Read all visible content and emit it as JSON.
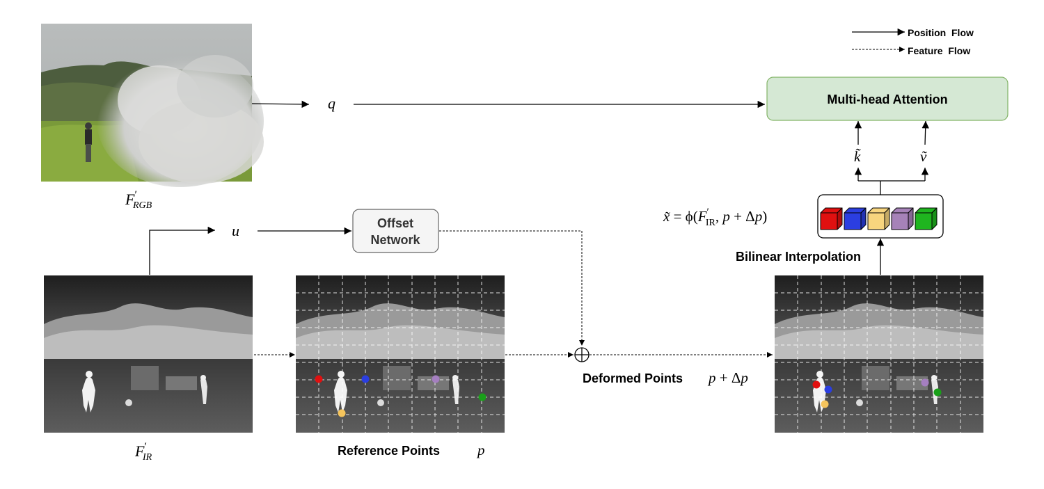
{
  "legend": {
    "position_flow": "Position  Flow",
    "feature_flow": "Feature  Flow"
  },
  "labels": {
    "q": "q",
    "u": "u",
    "F_rgb_main": "F",
    "F_rgb_prime": "′",
    "F_rgb_sub": "RGB",
    "F_ir_main": "F",
    "F_ir_prime": "′",
    "F_ir_sub": "IR",
    "offset_network_line1": "Offset",
    "offset_network_line2": "Network",
    "multi_head_attention": "Multi-head Attention",
    "k_tilde": "k̃",
    "v_tilde": "ṽ",
    "bilinear_interpolation": "Bilinear Interpolation",
    "deformed_points": "Deformed Points",
    "deformed_formula_p": "p",
    "deformed_formula_rest": " + Δ",
    "deformed_formula_p2": "p",
    "reference_points": "Reference Points",
    "reference_p": "p",
    "x_formula_x": "x̃",
    "x_formula_eq": " = ϕ(",
    "x_formula_F": "F",
    "x_formula_prime": "′",
    "x_formula_sub": "IR",
    "x_formula_rest": ", ",
    "x_formula_p": "p",
    "x_formula_plus": " + Δ",
    "x_formula_p2": "p",
    "x_formula_close": ")",
    "oplus": "⊕"
  },
  "colors": {
    "attention_fill": "#d5e8d4",
    "attention_stroke": "#82b366",
    "offset_fill": "#f5f5f5",
    "offset_stroke": "#666666",
    "point_red": "#e01010",
    "point_blue": "#2b3ee0",
    "point_yellow": "#f5c45c",
    "point_purple": "#a57fc0",
    "point_green": "#1aa01a",
    "cube_red": "#e01010",
    "cube_blue": "#2b3ee0",
    "cube_yellow": "#f8d57e",
    "cube_purple": "#a682b8",
    "cube_green": "#1fb51f"
  }
}
